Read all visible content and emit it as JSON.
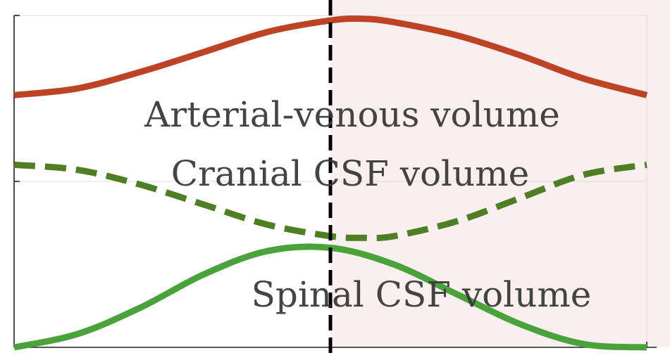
{
  "chart_data": {
    "type": "line",
    "title": "",
    "xlabel": "",
    "ylabel": "",
    "xlim": [
      0,
      1
    ],
    "ylim": [
      0,
      1
    ],
    "grid": true,
    "legend": "none",
    "marker_x": 0.5,
    "shaded_region": {
      "x_start": 0.5,
      "x_end": 1.0,
      "color": "#f9eef0"
    },
    "series": [
      {
        "id": "arterial",
        "label": "Arterial-venous volume",
        "color": "#bd4324",
        "style": "solid",
        "x": [
          0.0,
          0.1,
          0.2,
          0.3,
          0.4,
          0.5,
          0.55,
          0.6,
          0.7,
          0.8,
          0.9,
          1.0
        ],
        "y": [
          0.76,
          0.78,
          0.83,
          0.89,
          0.95,
          0.985,
          0.99,
          0.98,
          0.94,
          0.88,
          0.81,
          0.76
        ]
      },
      {
        "id": "cranial",
        "label": "Cranial CSF volume",
        "color": "#4e7f22",
        "style": "dashed",
        "x": [
          0.0,
          0.1,
          0.2,
          0.3,
          0.4,
          0.5,
          0.55,
          0.6,
          0.7,
          0.8,
          0.9,
          1.0
        ],
        "y": [
          0.55,
          0.535,
          0.49,
          0.43,
          0.37,
          0.335,
          0.33,
          0.335,
          0.38,
          0.45,
          0.52,
          0.55
        ]
      },
      {
        "id": "spinal",
        "label": "Spinal CSF volume",
        "color": "#4aa23a",
        "style": "solid",
        "x": [
          0.0,
          0.1,
          0.2,
          0.3,
          0.4,
          0.5,
          0.6,
          0.7,
          0.8,
          0.9,
          1.0
        ],
        "y": [
          0.0,
          0.04,
          0.12,
          0.22,
          0.29,
          0.3,
          0.25,
          0.16,
          0.07,
          0.01,
          0.0
        ]
      }
    ]
  }
}
